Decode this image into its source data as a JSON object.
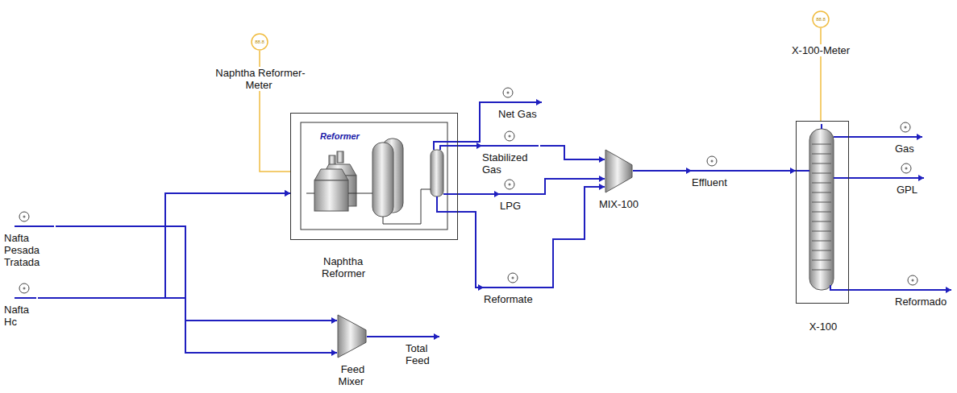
{
  "diagram": {
    "nodes": [
      {
        "text": [
          "88.8",
          "Naphtha Reformer-Meter"
        ]
      },
      {
        "text": [
          "Nafta Pesada Tratada"
        ]
      },
      {
        "text": [
          "Nafta Hc"
        ]
      },
      {
        "text": [
          "Reformer",
          "Naphtha Reformer"
        ]
      },
      {
        "text": [
          "Feed Mixer"
        ]
      },
      {
        "text": [
          "Total Feed"
        ]
      },
      {
        "text": [
          "Net Gas"
        ]
      },
      {
        "text": [
          "Stabilized Gas"
        ]
      },
      {
        "text": [
          "LPG"
        ]
      },
      {
        "text": [
          "Reformate"
        ]
      },
      {
        "text": [
          "MIX-100"
        ]
      },
      {
        "text": [
          "Effluent"
        ]
      },
      {
        "text": [
          "88.8",
          "X-100-Meter"
        ]
      },
      {
        "text": [
          "X-100"
        ]
      },
      {
        "text": [
          "Gas"
        ]
      },
      {
        "text": [
          "GPL"
        ]
      },
      {
        "text": [
          "Reformado"
        ]
      }
    ],
    "edges": [
      {
        "from": 1,
        "to": 3,
        "arrow": "to"
      },
      {
        "from": 2,
        "to": 3,
        "arrow": "to"
      },
      {
        "from": 1,
        "to": 4,
        "arrow": "to"
      },
      {
        "from": 2,
        "to": 4,
        "arrow": "to"
      },
      {
        "from": 4,
        "to": 5,
        "arrow": "to"
      },
      {
        "from": 0,
        "to": 3,
        "arrow": "none"
      },
      {
        "from": 3,
        "to": 6,
        "arrow": "to"
      },
      {
        "from": 3,
        "to": 7,
        "arrow": "to"
      },
      {
        "from": 3,
        "to": 8,
        "arrow": "to"
      },
      {
        "from": 3,
        "to": 9,
        "arrow": "to"
      },
      {
        "from": 7,
        "to": 10,
        "arrow": "to"
      },
      {
        "from": 8,
        "to": 10,
        "arrow": "to"
      },
      {
        "from": 9,
        "to": 10,
        "arrow": "to"
      },
      {
        "from": 10,
        "to": 11,
        "arrow": "to"
      },
      {
        "from": 11,
        "to": 13,
        "arrow": "to"
      },
      {
        "from": 12,
        "to": 13,
        "arrow": "none"
      },
      {
        "from": 13,
        "to": 14,
        "arrow": "to"
      },
      {
        "from": 13,
        "to": 15,
        "arrow": "to"
      },
      {
        "from": 13,
        "to": 16,
        "arrow": "to"
      }
    ]
  }
}
